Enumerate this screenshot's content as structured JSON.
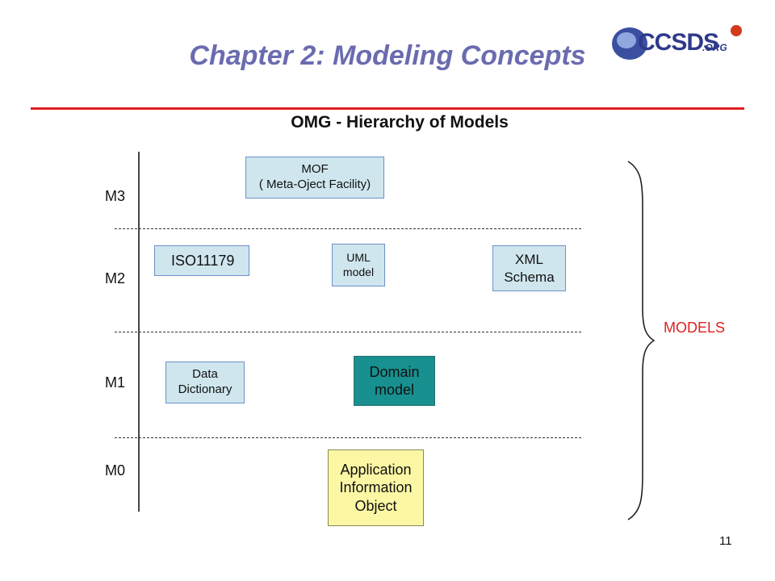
{
  "header": {
    "title": "Chapter 2: Modeling Concepts",
    "logo_text": "CCSDS",
    "logo_suffix": ".ORG"
  },
  "diagram": {
    "subtitle": "OMG - Hierarchy of Models",
    "levels": [
      "M3",
      "M2",
      "M1",
      "M0"
    ],
    "boxes": {
      "mof": "MOF\n( Meta-Oject Facility)",
      "iso": "ISO11179",
      "uml": "UML\nmodel",
      "xml": "XML\nSchema",
      "data_dictionary": "Data\nDictionary",
      "domain_model": "Domain\nmodel",
      "application_object": "Application\nInformation\nObject"
    },
    "brace_label": "MODELS"
  },
  "footer": {
    "page_number": "11"
  },
  "colors": {
    "title": "#6b6bb0",
    "rule": "#dd2020",
    "box_fill": "#cfe6ee",
    "domain_fill": "#17908f",
    "application_fill": "#fbf7a4",
    "models_label": "#e02020"
  }
}
